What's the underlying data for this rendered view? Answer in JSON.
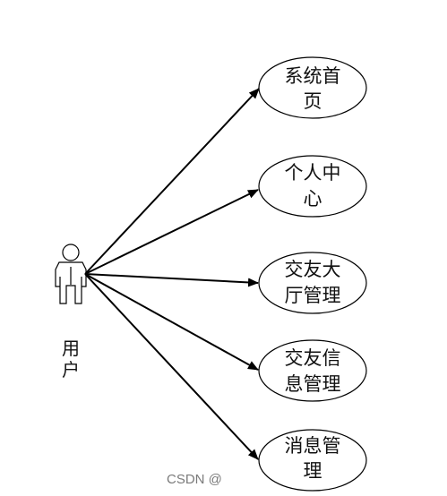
{
  "actor": {
    "label_line1": "用",
    "label_line2": "户"
  },
  "use_cases": [
    {
      "line1": "系统首",
      "line2": "页"
    },
    {
      "line1": "个人中",
      "line2": "心"
    },
    {
      "line1": "交友大",
      "line2": "厅管理"
    },
    {
      "line1": "交友信",
      "line2": "息管理"
    },
    {
      "line1": "消息管",
      "line2": "理"
    }
  ],
  "watermark": "CSDN @"
}
